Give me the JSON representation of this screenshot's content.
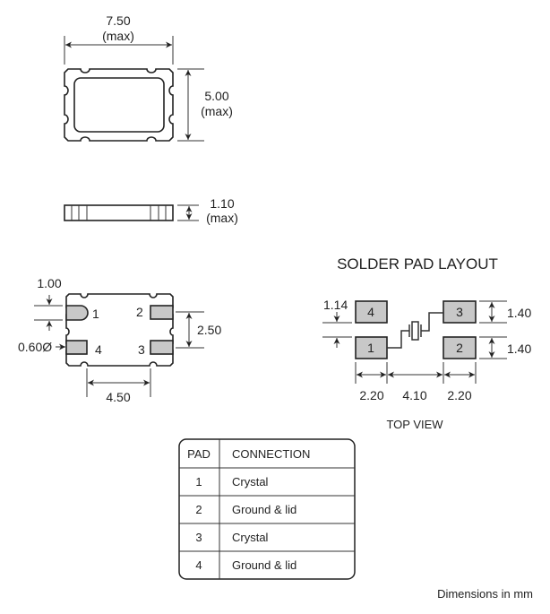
{
  "top_view": {
    "width": "7.50",
    "width_note": "(max)",
    "height": "5.00",
    "height_note": "(max)"
  },
  "side_view": {
    "thickness": "1.10",
    "thickness_note": "(max)"
  },
  "bottom_view": {
    "pad_height": "1.00",
    "castellation": "0.60Ø",
    "pad_pitch_v": "2.50",
    "pad_pitch_h": "4.50",
    "pads": [
      "1",
      "2",
      "3",
      "4"
    ]
  },
  "solder_pad_layout": {
    "title": "SOLDER PAD LAYOUT",
    "gap": "1.14",
    "pad_height_top": "1.40",
    "pad_height_bottom": "1.40",
    "pad_width_left": "2.20",
    "center_gap": "4.10",
    "pad_width_right": "2.20",
    "pads": [
      "4",
      "1",
      "3",
      "2"
    ],
    "view_label": "TOP VIEW"
  },
  "table": {
    "headers": [
      "PAD",
      "CONNECTION"
    ],
    "rows": [
      {
        "pad": "1",
        "connection": "Crystal"
      },
      {
        "pad": "2",
        "connection": "Ground & lid"
      },
      {
        "pad": "3",
        "connection": "Crystal"
      },
      {
        "pad": "4",
        "connection": "Ground & lid"
      }
    ]
  },
  "footer": "Dimensions in mm"
}
